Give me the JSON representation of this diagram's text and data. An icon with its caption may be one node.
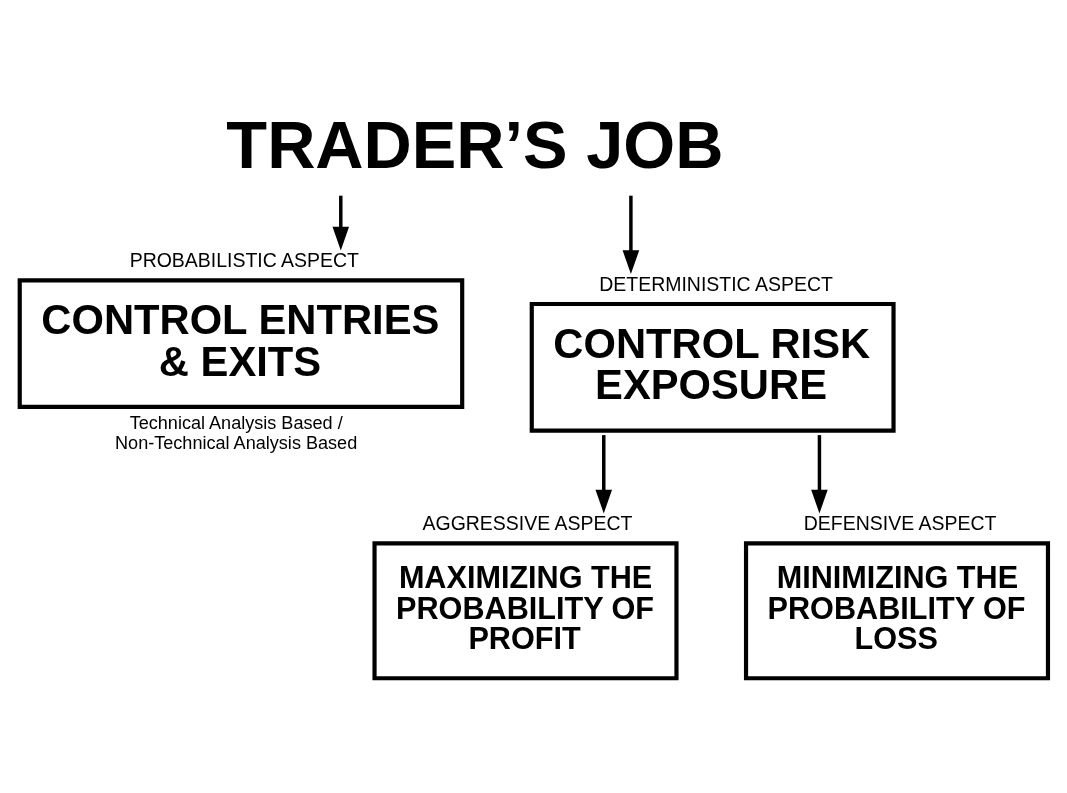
{
  "diagram": {
    "nodes": [
      {
        "text": [
          "TRADER’S JOB"
        ]
      },
      {
        "text": [
          "PROBABILISTIC ASPECT",
          "CONTROL ENTRIES & EXITS"
        ],
        "beside": [
          "Technical Analysis Based / Non-Technical Analysis Based"
        ]
      },
      {
        "text": [
          "DETERMINISTIC ASPECT",
          "CONTROL RISK EXPOSURE"
        ]
      },
      {
        "text": [
          "AGGRESSIVE ASPECT",
          "MAXIMIZING THE PROBABILITY OF PROFIT"
        ]
      },
      {
        "text": [
          "DEFENSIVE ASPECT",
          "MINIMIZING THE PROBABILITY OF LOSS"
        ]
      }
    ],
    "edges": [
      {
        "from": 0,
        "to": 1,
        "arrow": "to"
      },
      {
        "from": 0,
        "to": 2,
        "arrow": "to"
      },
      {
        "from": 2,
        "to": 3,
        "arrow": "to"
      },
      {
        "from": 2,
        "to": 4,
        "arrow": "to"
      }
    ]
  }
}
